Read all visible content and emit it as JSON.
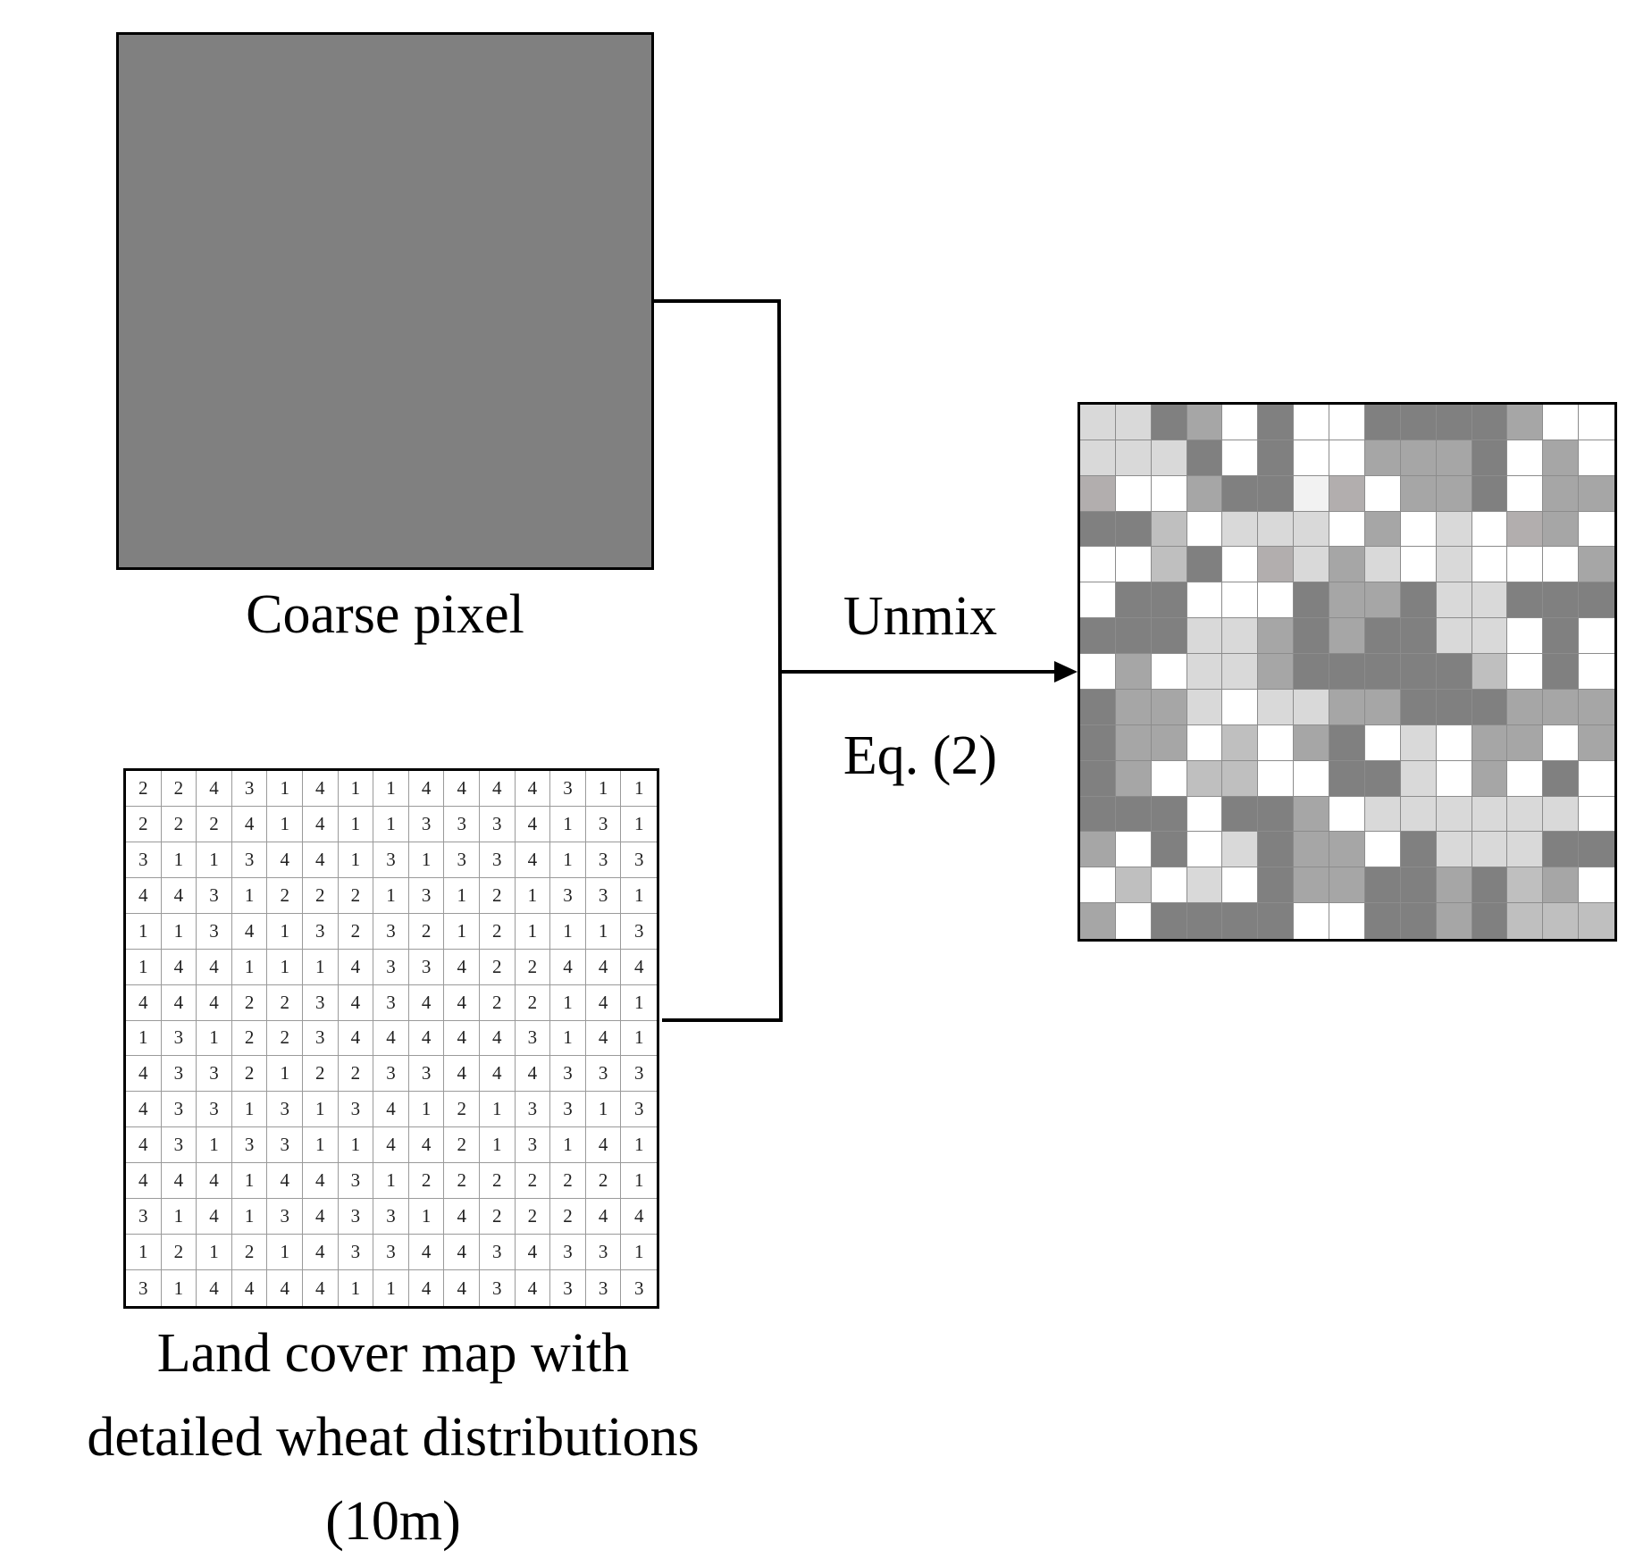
{
  "labels": {
    "coarse_pixel": "Coarse pixel",
    "unmix": "Unmix",
    "equation": "Eq. (2)",
    "land_cover_lines": [
      "Land cover map with",
      "detailed wheat distributions",
      "(10m)"
    ]
  },
  "colors": {
    "coarse_pixel_fill": "#808080",
    "line": "#000000"
  },
  "shade_palette": {
    "D": "#808080",
    "M": "#a6a6a6",
    "S": "#bfbfbf",
    "T": "#b2aeae",
    "L": "#d9d9d9",
    "E": "#f2f2f2",
    "W": "#ffffff"
  },
  "land_cover_grid": [
    [
      2,
      2,
      4,
      3,
      1,
      4,
      1,
      1,
      4,
      4,
      4,
      4,
      3,
      1,
      1
    ],
    [
      2,
      2,
      2,
      4,
      1,
      4,
      1,
      1,
      3,
      3,
      3,
      4,
      1,
      3,
      1
    ],
    [
      3,
      1,
      1,
      3,
      4,
      4,
      1,
      3,
      1,
      3,
      3,
      4,
      1,
      3,
      3
    ],
    [
      4,
      4,
      3,
      1,
      2,
      2,
      2,
      1,
      3,
      1,
      2,
      1,
      3,
      3,
      1
    ],
    [
      1,
      1,
      3,
      4,
      1,
      3,
      2,
      3,
      2,
      1,
      2,
      1,
      1,
      1,
      3
    ],
    [
      1,
      4,
      4,
      1,
      1,
      1,
      4,
      3,
      3,
      4,
      2,
      2,
      4,
      4,
      4
    ],
    [
      4,
      4,
      4,
      2,
      2,
      3,
      4,
      3,
      4,
      4,
      2,
      2,
      1,
      4,
      1
    ],
    [
      1,
      3,
      1,
      2,
      2,
      3,
      4,
      4,
      4,
      4,
      4,
      3,
      1,
      4,
      1
    ],
    [
      4,
      3,
      3,
      2,
      1,
      2,
      2,
      3,
      3,
      4,
      4,
      4,
      3,
      3,
      3
    ],
    [
      4,
      3,
      3,
      1,
      3,
      1,
      3,
      4,
      1,
      2,
      1,
      3,
      3,
      1,
      3
    ],
    [
      4,
      3,
      1,
      3,
      3,
      1,
      1,
      4,
      4,
      2,
      1,
      3,
      1,
      4,
      1
    ],
    [
      4,
      4,
      4,
      1,
      4,
      4,
      3,
      1,
      2,
      2,
      2,
      2,
      2,
      2,
      1
    ],
    [
      3,
      1,
      4,
      1,
      3,
      4,
      3,
      3,
      1,
      4,
      2,
      2,
      2,
      4,
      4
    ],
    [
      1,
      2,
      1,
      2,
      1,
      4,
      3,
      3,
      4,
      4,
      3,
      4,
      3,
      3,
      1
    ],
    [
      3,
      1,
      4,
      4,
      4,
      4,
      1,
      1,
      4,
      4,
      3,
      4,
      3,
      3,
      3
    ]
  ],
  "unmixed_grid": [
    "LLDMWDWWDDDDMWW",
    "LLLDWDWWMMMDWMW",
    "TWWMDDETWMMDWMM",
    "DDSWLLLWMWLWTMW",
    "WWSDWTLMLWLWWWM",
    "WDDWWWDMMDLLDDD",
    "DDDLLMDMDDLLWDW",
    "WMWLLMDDDDDSWDW",
    "DMMLWLLMMDDDMMM",
    "DMMWSWMDWLWMMWM",
    "DMWSSWWDDLWMWDW",
    "DDDWDDMWLLLLLLW",
    "MWDWLDMMWDLLLDD",
    "WSWLWDMMDDMDSMW",
    "MWDDDDWWDDMDSSS"
  ]
}
